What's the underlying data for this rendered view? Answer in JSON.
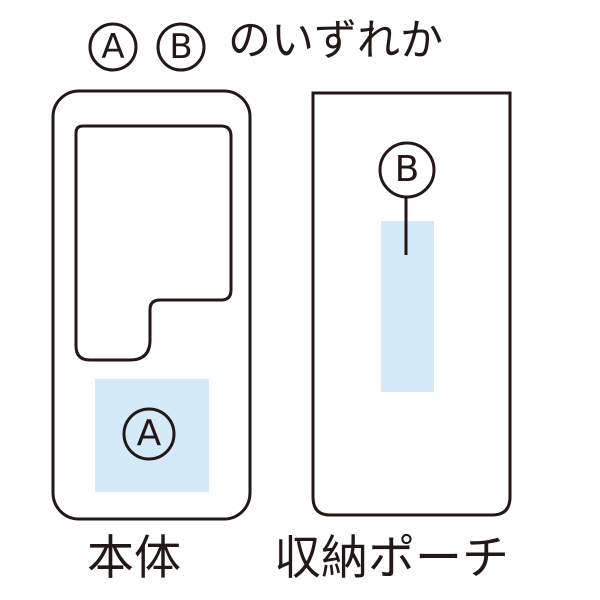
{
  "title": {
    "badge_a": "A",
    "badge_b": "B",
    "suffix": "のいずれか"
  },
  "main_body": {
    "caption": "本体",
    "area_badge": "A"
  },
  "pouch": {
    "caption": "収納ポーチ",
    "area_badge": "B"
  },
  "colors": {
    "outline": "#231815",
    "print_area": "#d5eaf8"
  }
}
